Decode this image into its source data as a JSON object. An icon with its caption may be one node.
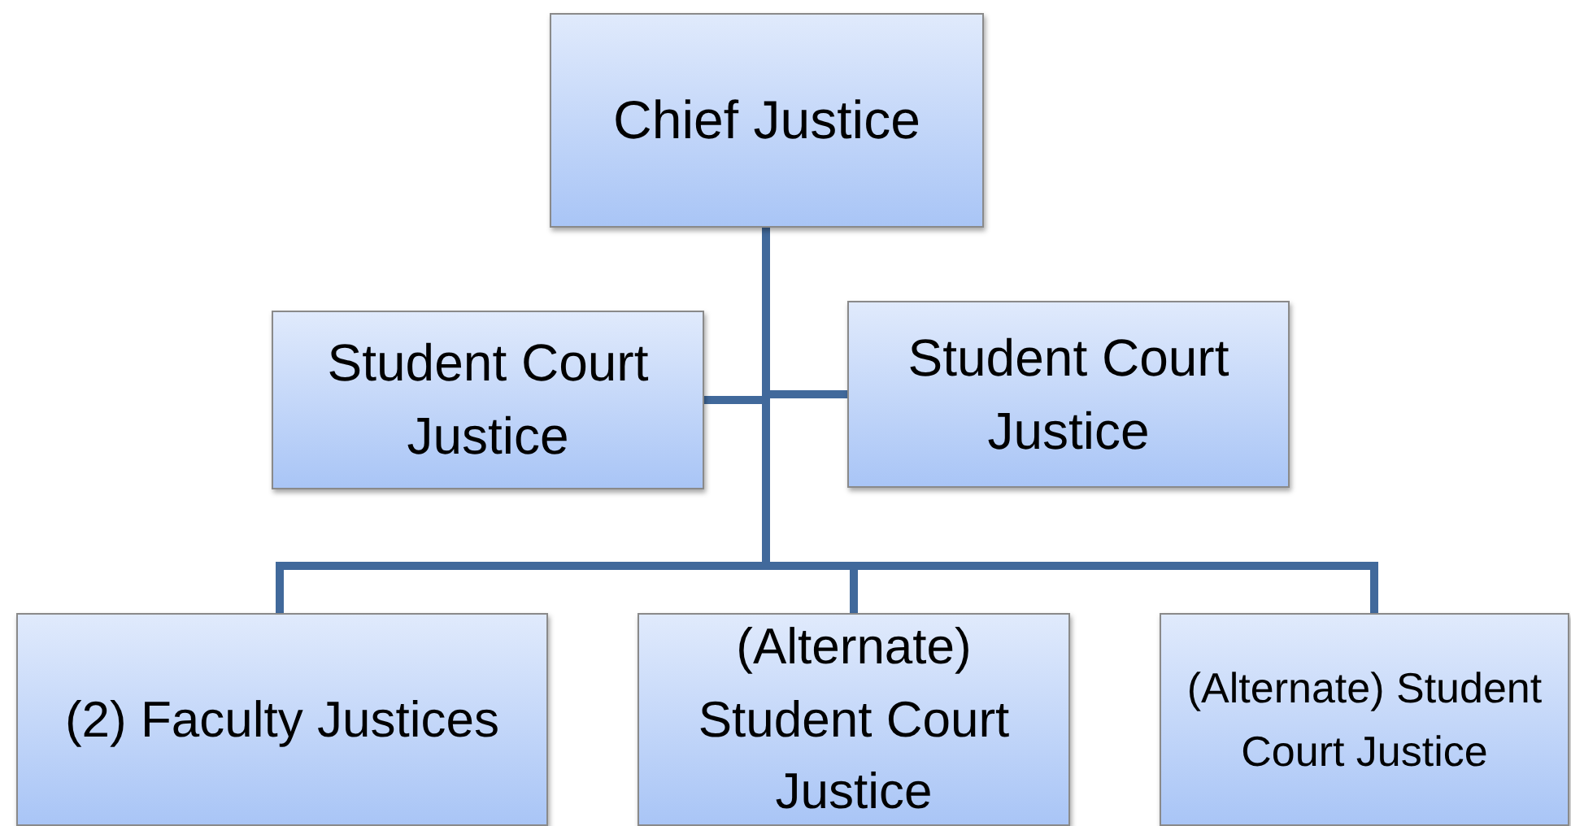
{
  "diagram": {
    "nodes": [
      {
        "text": [
          "Chief Justice"
        ]
      },
      {
        "text": [
          "Student Court Justice"
        ]
      },
      {
        "text": [
          "Student Court Justice"
        ]
      },
      {
        "text": [
          "(2) Faculty Justices"
        ]
      },
      {
        "text": [
          "(Alternate) Student Court Justice"
        ]
      },
      {
        "text": [
          "(Alternate) Student Court Justice"
        ]
      }
    ],
    "edges": [
      {
        "from": 0,
        "to": 1,
        "arrow": "none"
      },
      {
        "from": 0,
        "to": 2,
        "arrow": "none"
      },
      {
        "from": 0,
        "to": 3,
        "arrow": "none"
      },
      {
        "from": 0,
        "to": 4,
        "arrow": "none"
      },
      {
        "from": 0,
        "to": 5,
        "arrow": "none"
      }
    ]
  }
}
